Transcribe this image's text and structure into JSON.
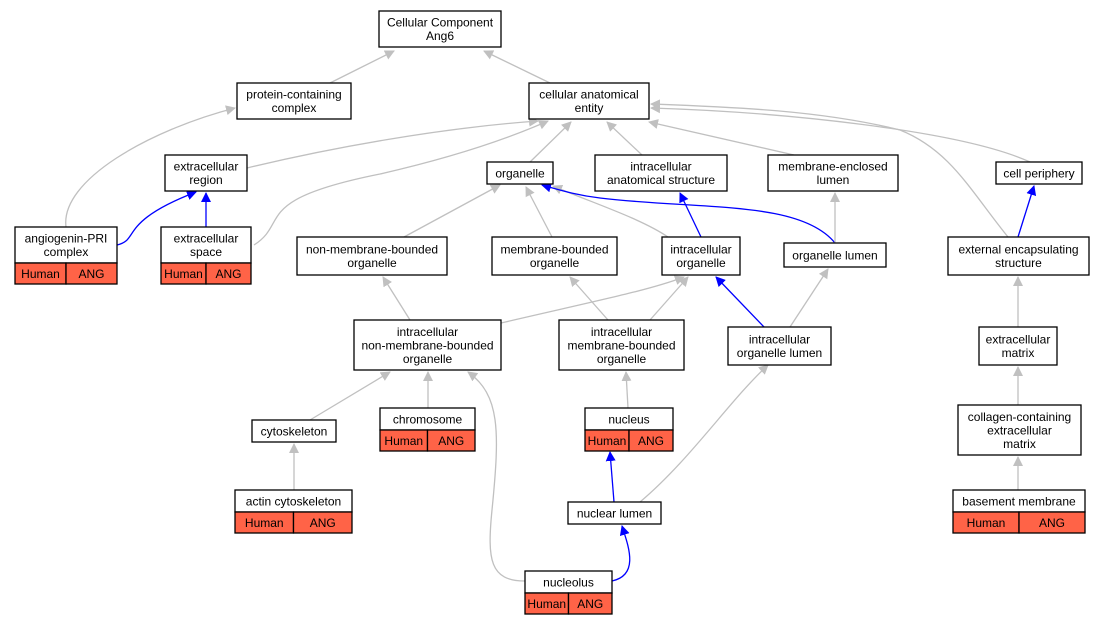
{
  "colors": {
    "is_a_edge": "#c0c0c0",
    "part_of_edge": "#0000ff",
    "annotation_fill": "#ff6347"
  },
  "nodes": {
    "root": {
      "lines": [
        "Cellular Component",
        "Ang6"
      ]
    },
    "protein_containing_complex": {
      "lines": [
        "protein-containing",
        "complex"
      ]
    },
    "cellular_anatomical_entity": {
      "lines": [
        "cellular anatomical",
        "entity"
      ]
    },
    "extracellular_region": {
      "lines": [
        "extracellular",
        "region"
      ]
    },
    "organelle": {
      "lines": [
        "organelle"
      ]
    },
    "intracellular_anatomical_structure": {
      "lines": [
        "intracellular",
        "anatomical structure"
      ]
    },
    "membrane_enclosed_lumen": {
      "lines": [
        "membrane-enclosed",
        "lumen"
      ]
    },
    "cell_periphery": {
      "lines": [
        "cell periphery"
      ]
    },
    "angiogenin_pri_complex": {
      "lines": [
        "angiogenin-PRI",
        "complex"
      ],
      "annotation": [
        "Human",
        "ANG"
      ]
    },
    "extracellular_space": {
      "lines": [
        "extracellular",
        "space"
      ],
      "annotation": [
        "Human",
        "ANG"
      ]
    },
    "non_membrane_bounded_organelle": {
      "lines": [
        "non-membrane-bounded",
        "organelle"
      ]
    },
    "membrane_bounded_organelle": {
      "lines": [
        "membrane-bounded",
        "organelle"
      ]
    },
    "intracellular_organelle": {
      "lines": [
        "intracellular",
        "organelle"
      ]
    },
    "organelle_lumen": {
      "lines": [
        "organelle lumen"
      ]
    },
    "external_encapsulating_structure": {
      "lines": [
        "external encapsulating",
        "structure"
      ]
    },
    "intracellular_non_membrane_bounded_organelle": {
      "lines": [
        "intracellular",
        "non-membrane-bounded",
        "organelle"
      ]
    },
    "intracellular_membrane_bounded_organelle": {
      "lines": [
        "intracellular",
        "membrane-bounded",
        "organelle"
      ]
    },
    "intracellular_organelle_lumen": {
      "lines": [
        "intracellular",
        "organelle lumen"
      ]
    },
    "extracellular_matrix": {
      "lines": [
        "extracellular",
        "matrix"
      ]
    },
    "cytoskeleton": {
      "lines": [
        "cytoskeleton"
      ]
    },
    "chromosome": {
      "lines": [
        "chromosome"
      ],
      "annotation": [
        "Human",
        "ANG"
      ]
    },
    "nucleus": {
      "lines": [
        "nucleus"
      ],
      "annotation": [
        "Human",
        "ANG"
      ]
    },
    "collagen_containing_extracellular_matrix": {
      "lines": [
        "collagen-containing",
        "extracellular",
        "matrix"
      ]
    },
    "actin_cytoskeleton": {
      "lines": [
        "actin cytoskeleton"
      ],
      "annotation": [
        "Human",
        "ANG"
      ]
    },
    "nuclear_lumen": {
      "lines": [
        "nuclear lumen"
      ]
    },
    "basement_membrane": {
      "lines": [
        "basement membrane"
      ],
      "annotation": [
        "Human",
        "ANG"
      ]
    },
    "nucleolus": {
      "lines": [
        "nucleolus"
      ],
      "annotation": [
        "Human",
        "ANG"
      ]
    }
  },
  "edges": [
    {
      "from": "protein_containing_complex",
      "to": "root",
      "relation": "is_a"
    },
    {
      "from": "cellular_anatomical_entity",
      "to": "root",
      "relation": "is_a"
    },
    {
      "from": "angiogenin_pri_complex",
      "to": "protein_containing_complex",
      "relation": "is_a"
    },
    {
      "from": "extracellular_region",
      "to": "cellular_anatomical_entity",
      "relation": "is_a"
    },
    {
      "from": "organelle",
      "to": "cellular_anatomical_entity",
      "relation": "is_a"
    },
    {
      "from": "intracellular_anatomical_structure",
      "to": "cellular_anatomical_entity",
      "relation": "is_a"
    },
    {
      "from": "membrane_enclosed_lumen",
      "to": "cellular_anatomical_entity",
      "relation": "is_a"
    },
    {
      "from": "cell_periphery",
      "to": "cellular_anatomical_entity",
      "relation": "is_a"
    },
    {
      "from": "extracellular_space",
      "to": "cellular_anatomical_entity",
      "relation": "is_a"
    },
    {
      "from": "external_encapsulating_structure",
      "to": "cellular_anatomical_entity",
      "relation": "is_a"
    },
    {
      "from": "angiogenin_pri_complex",
      "to": "extracellular_region",
      "relation": "part_of"
    },
    {
      "from": "extracellular_space",
      "to": "extracellular_region",
      "relation": "part_of"
    },
    {
      "from": "non_membrane_bounded_organelle",
      "to": "organelle",
      "relation": "is_a"
    },
    {
      "from": "membrane_bounded_organelle",
      "to": "organelle",
      "relation": "is_a"
    },
    {
      "from": "intracellular_organelle",
      "to": "organelle",
      "relation": "is_a"
    },
    {
      "from": "organelle_lumen",
      "to": "organelle",
      "relation": "part_of"
    },
    {
      "from": "intracellular_organelle",
      "to": "intracellular_anatomical_structure",
      "relation": "part_of"
    },
    {
      "from": "organelle_lumen",
      "to": "membrane_enclosed_lumen",
      "relation": "is_a"
    },
    {
      "from": "external_encapsulating_structure",
      "to": "cell_periphery",
      "relation": "part_of"
    },
    {
      "from": "intracellular_non_membrane_bounded_organelle",
      "to": "non_membrane_bounded_organelle",
      "relation": "is_a"
    },
    {
      "from": "intracellular_non_membrane_bounded_organelle",
      "to": "intracellular_organelle",
      "relation": "is_a"
    },
    {
      "from": "intracellular_membrane_bounded_organelle",
      "to": "membrane_bounded_organelle",
      "relation": "is_a"
    },
    {
      "from": "intracellular_membrane_bounded_organelle",
      "to": "intracellular_organelle",
      "relation": "is_a"
    },
    {
      "from": "intracellular_organelle_lumen",
      "to": "intracellular_organelle",
      "relation": "part_of"
    },
    {
      "from": "intracellular_organelle_lumen",
      "to": "organelle_lumen",
      "relation": "is_a"
    },
    {
      "from": "extracellular_matrix",
      "to": "external_encapsulating_structure",
      "relation": "is_a"
    },
    {
      "from": "cytoskeleton",
      "to": "intracellular_non_membrane_bounded_organelle",
      "relation": "is_a"
    },
    {
      "from": "chromosome",
      "to": "intracellular_non_membrane_bounded_organelle",
      "relation": "is_a"
    },
    {
      "from": "nucleolus",
      "to": "intracellular_non_membrane_bounded_organelle",
      "relation": "is_a"
    },
    {
      "from": "nucleus",
      "to": "intracellular_membrane_bounded_organelle",
      "relation": "is_a"
    },
    {
      "from": "nuclear_lumen",
      "to": "intracellular_organelle_lumen",
      "relation": "is_a"
    },
    {
      "from": "collagen_containing_extracellular_matrix",
      "to": "extracellular_matrix",
      "relation": "is_a"
    },
    {
      "from": "actin_cytoskeleton",
      "to": "cytoskeleton",
      "relation": "is_a"
    },
    {
      "from": "nuclear_lumen",
      "to": "nucleus",
      "relation": "part_of"
    },
    {
      "from": "nucleolus",
      "to": "nuclear_lumen",
      "relation": "part_of"
    },
    {
      "from": "basement_membrane",
      "to": "collagen_containing_extracellular_matrix",
      "relation": "is_a"
    }
  ]
}
